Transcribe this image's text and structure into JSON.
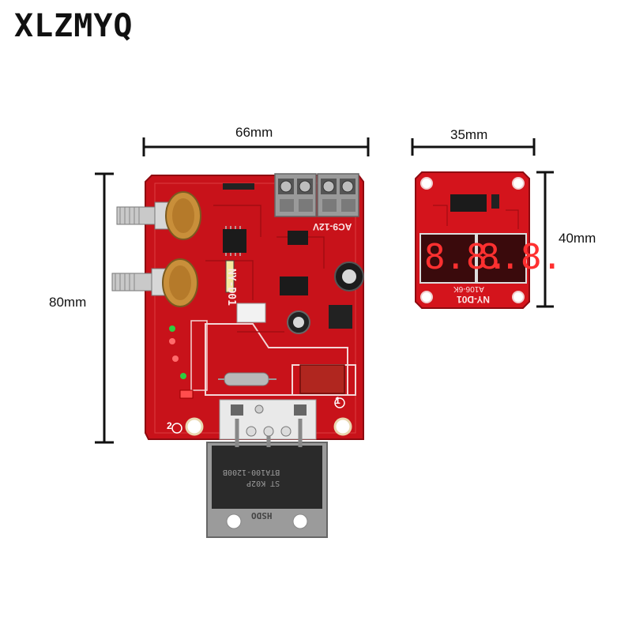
{
  "brand": "XLZMYQ",
  "dimensions": {
    "main_width": "66mm",
    "main_height": "80mm",
    "display_width": "35mm",
    "display_height": "40mm"
  },
  "main_board": {
    "model": "NY-D01",
    "supply": "AC9-12V",
    "terminal_marks": [
      "1",
      "2"
    ]
  },
  "display_board": {
    "model": "NY-D01",
    "code": "A106-6K",
    "digits": [
      "8.8.",
      "8.8."
    ]
  },
  "triac": {
    "part": "BTA100-1200B",
    "code": "ST K02P",
    "mark": "HSDO"
  },
  "colors": {
    "pcb": "#d4141c",
    "pcb_dark": "#a50d12",
    "terminal": "#9a9a9a"
  }
}
